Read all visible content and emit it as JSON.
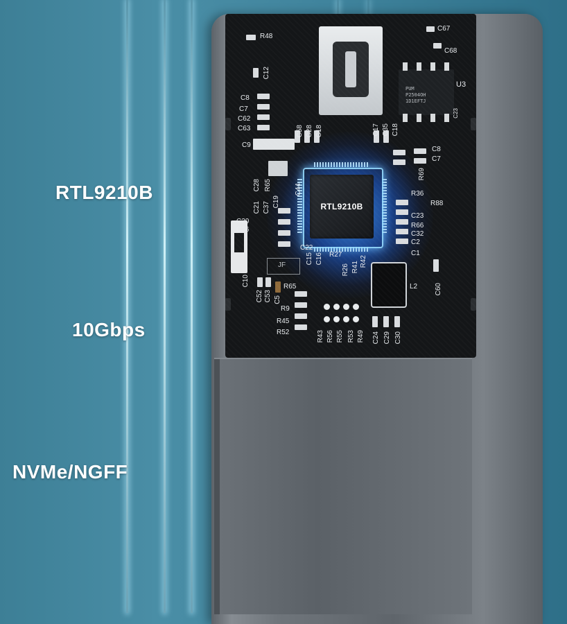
{
  "labels": {
    "chip_model": "RTL9210B",
    "speed": "10Gbps",
    "protocol": "NVMe/NGFF"
  },
  "chip": {
    "marking": "RTL9210B"
  },
  "u3_marking": {
    "line1": "PUM",
    "line2": "P2504OH",
    "line3": "1D1EFTJ",
    "designator": "U3"
  },
  "silkscreen": [
    "R48",
    "C67",
    "C68",
    "C12",
    "C8",
    "C7",
    "C62",
    "C63",
    "C9",
    "C58",
    "C28",
    "C18",
    "C17",
    "C35",
    "C18",
    "C8",
    "C7",
    "C28",
    "R65",
    "C44",
    "R69",
    "R36",
    "C21",
    "C37",
    "C19",
    "R88",
    "C20",
    "C36",
    "C23",
    "R66",
    "C32",
    "C2",
    "C22",
    "C1",
    "JF",
    "C15",
    "C16",
    "R27",
    "R42",
    "R26",
    "R41",
    "L2",
    "C10",
    "R65",
    "C52",
    "C53",
    "C5",
    "R9",
    "R45",
    "R52",
    "R43",
    "R56",
    "R55",
    "R53",
    "R49",
    "C24",
    "C29",
    "C30",
    "C60",
    "C23"
  ],
  "colors": {
    "background": "#3f839c",
    "chip_glow": "#2f7be8",
    "pcb": "#141618",
    "enclosure": "#6a7076",
    "text": "#ffffff"
  }
}
